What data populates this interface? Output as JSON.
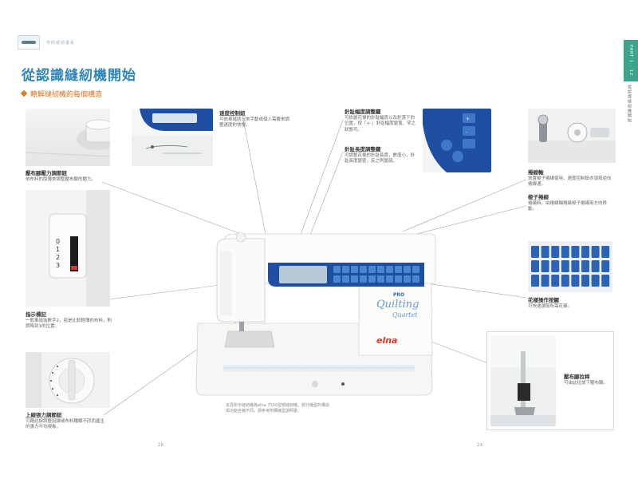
{
  "header": {
    "logo_icon": "sewing-book-logo-icon",
    "tag": "你的縫紉書系"
  },
  "title": "從認識縫紉機開始",
  "subtitle": "瞭解縫紉機的每個構造",
  "labels": {
    "presser_pressure": {
      "title": "壓布腳壓力調節鈕",
      "desc": "依布料的厚薄來調整壓布腳的壓力。"
    },
    "speed_control": {
      "title": "速度控制鈕",
      "desc": "可依車縫狀況來手動或個人需要來調整速度的快慢。"
    },
    "stitch_width": {
      "title": "針趾幅度調整鍵",
      "desc": "可依變花樣的針趾幅度以及針落下的位置，按「+-」針趾幅度變寬、窄之狀態可。"
    },
    "stitch_length": {
      "title": "針趾長度調整鍵",
      "desc": "可調整花樣的針趾長度，數值小，針趾長度變密，反之則變疏。"
    },
    "bobbin_winder": {
      "title": "捲線軸",
      "desc": "放置梭子捲線使用，速度控制鈕亦須按逆向捲線速。"
    },
    "spool_pin": {
      "title": "梭子捲線",
      "desc": "捲繞時，由捲線軸捲繞梭子捲線用方向移動。"
    },
    "indicator": {
      "title": "指示標記",
      "desc": "一般車縫為數字2，若是比較輕薄的布料，則調降到1的位置。"
    },
    "pattern_keys": {
      "title": "花樣操作按鍵",
      "desc": "可快速選取所需花樣。"
    },
    "thread_tension": {
      "title": "上線張力調節鈕",
      "desc": "可藉此鈕調整因線或布料種類不同而產生的張力不均現象。"
    },
    "presser_lever": {
      "title": "壓布腳拉桿",
      "desc": "可由此拉放下壓布腳。"
    }
  },
  "machine": {
    "model": "PRO",
    "script1": "Quilting",
    "script2": "Quartet",
    "brand": "elna"
  },
  "dial": {
    "numbers": [
      "0",
      "1",
      "2",
      "3"
    ]
  },
  "caption": "本頁所示縫紉機為elna 7100型號縫紉機，部分機型的構造與功能名稱不同，請參考所購機型說明書。",
  "side": {
    "tab_text": "PART 1 · 12",
    "vertical_text": "從認識縫紉機開始"
  },
  "page_numbers": {
    "left": "28",
    "right": "29"
  },
  "colors": {
    "accent_blue": "#2e86b8",
    "panel_blue": "#1f4fa3",
    "orange": "#d2731f",
    "side_tab": "#3aa58c"
  }
}
